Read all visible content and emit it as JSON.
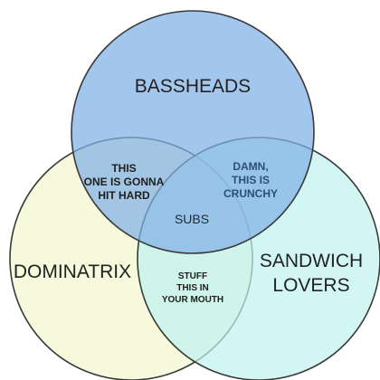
{
  "colors": {
    "background": "#ffffff",
    "set_top": "#7fb0e6",
    "set_left": "#f4f8d6",
    "set_right": "#bff2ef",
    "outline": "#3a3a3a"
  },
  "sets": {
    "top": {
      "label": "BASSHEADS"
    },
    "left": {
      "label": "DOMINATRIX"
    },
    "right": {
      "label_line1": "SANDWICH",
      "label_line2": "LOVERS"
    }
  },
  "regions": {
    "top_left": {
      "line1": "THIS",
      "line2": "ONE IS GONNA",
      "line3": "HIT HARD"
    },
    "top_right": {
      "line1": "DAMN,",
      "line2": "THIS IS",
      "line3": "CRUNCHY"
    },
    "center": {
      "label": "SUBS"
    },
    "left_right": {
      "line1": "STUFF",
      "line2": "THIS IN",
      "line3": "YOUR MOUTH"
    }
  }
}
